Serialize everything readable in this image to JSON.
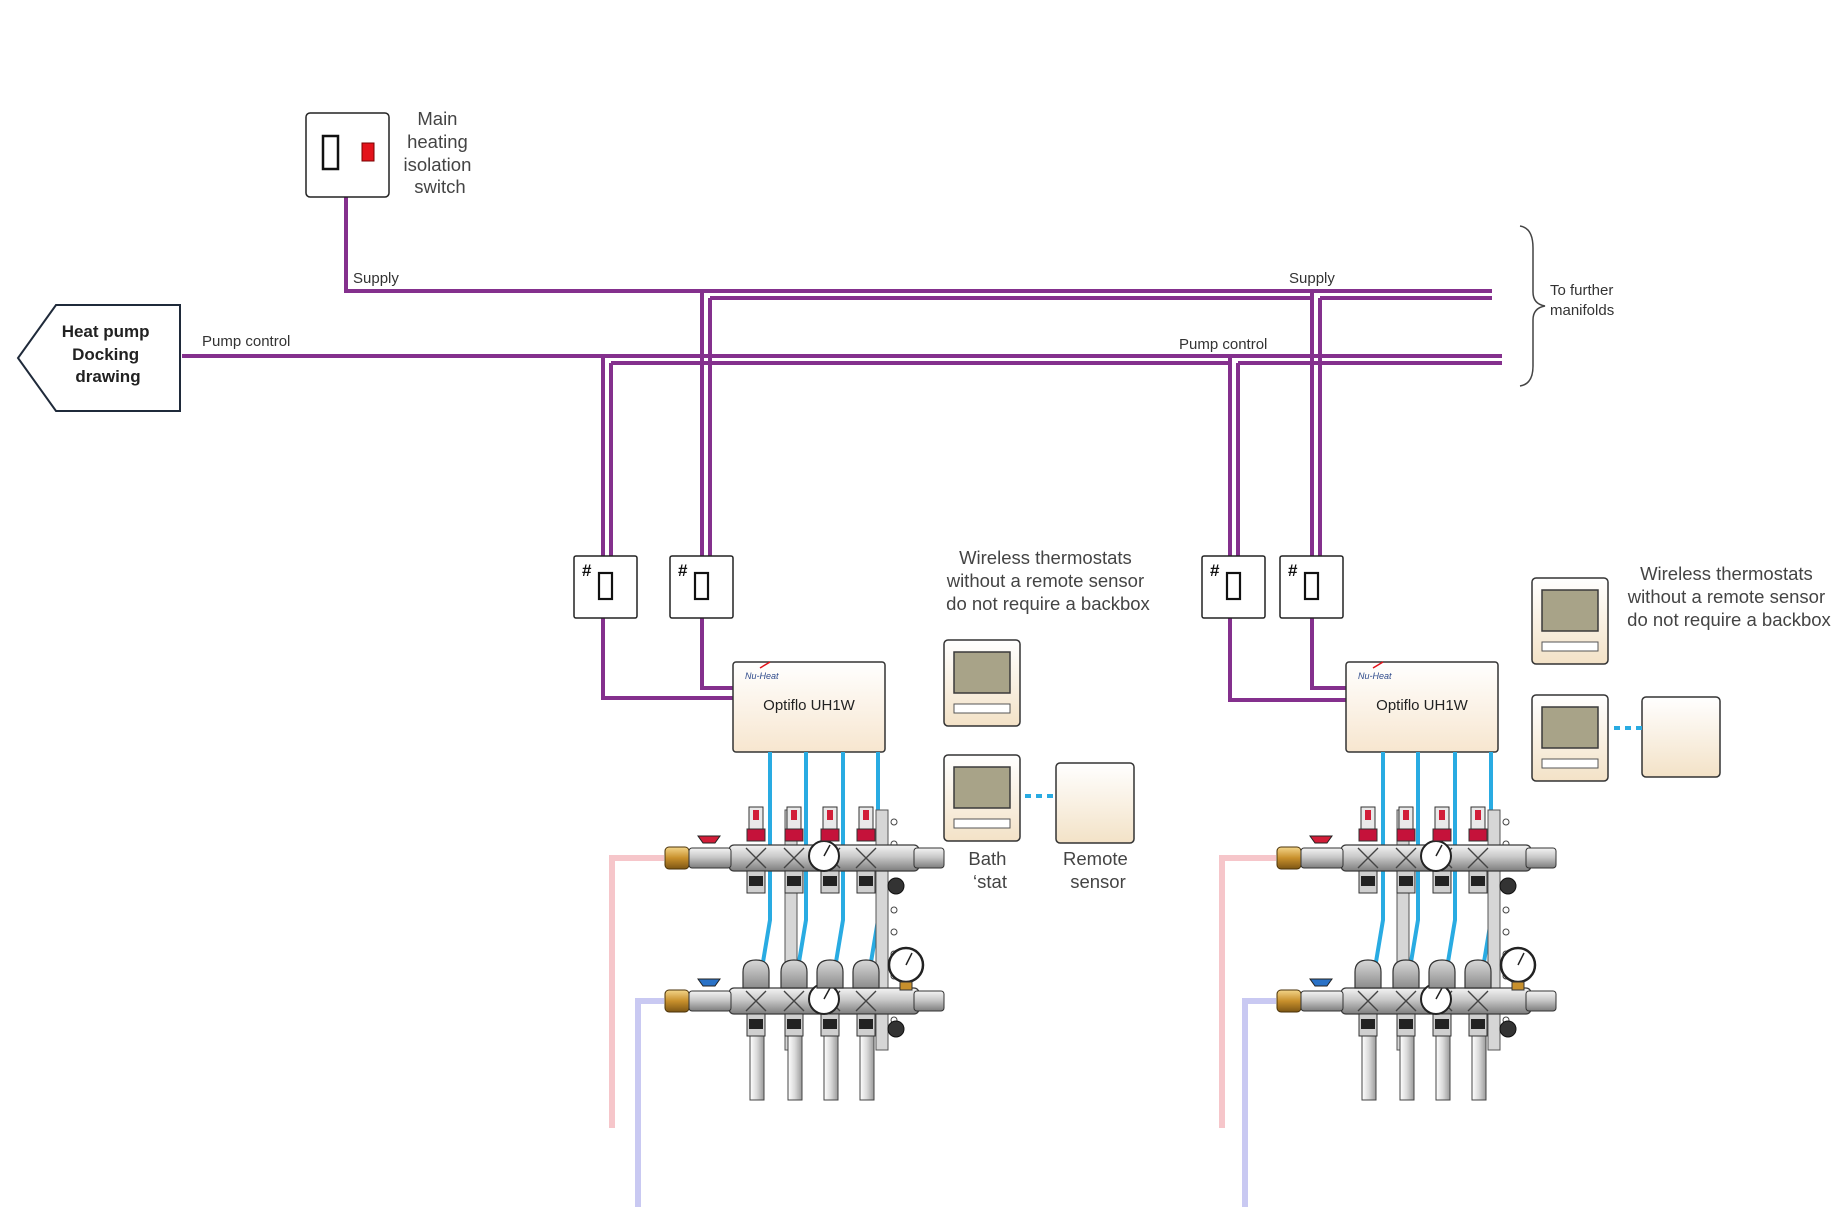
{
  "colors": {
    "wire": "#84308d",
    "signal": "#29abe2",
    "flow_pipe": "#f6c6ca",
    "return_pipe": "#c9c9f2",
    "thermostat_body": "#faf2e6",
    "thermostat_screen": "#a8a388",
    "isolator_led": "#e3131b",
    "unit_fill": "#fbefe0"
  },
  "isolation_switch": {
    "label_lines": [
      "Main",
      "heating",
      "isolation",
      "switch"
    ],
    "icon": "double-pole-switch-icon"
  },
  "offpage": {
    "label_lines": [
      "Heat pump",
      "Docking",
      "drawing"
    ]
  },
  "wires": {
    "supply_label_left": "Supply",
    "supply_label_right": "Supply",
    "pump_control_label_left": "Pump control",
    "pump_control_label_right": "Pump control",
    "further_label_lines": [
      "To further",
      "manifolds"
    ]
  },
  "fused_spur_symbol": "#",
  "manifold_units": [
    {
      "brand": "Nu-Heat",
      "model": "Optiflo UH1W"
    },
    {
      "brand": "Nu-Heat",
      "model": "Optiflo UH1W"
    }
  ],
  "thermostat_notes": [
    {
      "lines": [
        "Wireless thermostats",
        "without a remote sensor",
        "do not require a backbox"
      ]
    },
    {
      "lines": [
        "Wireless thermostats",
        "without a remote sensor",
        "do not require a backbox"
      ]
    }
  ],
  "bath_stat_label_lines": [
    "Bath",
    "‘stat"
  ],
  "remote_sensor_label_lines": [
    "Remote",
    "sensor"
  ]
}
